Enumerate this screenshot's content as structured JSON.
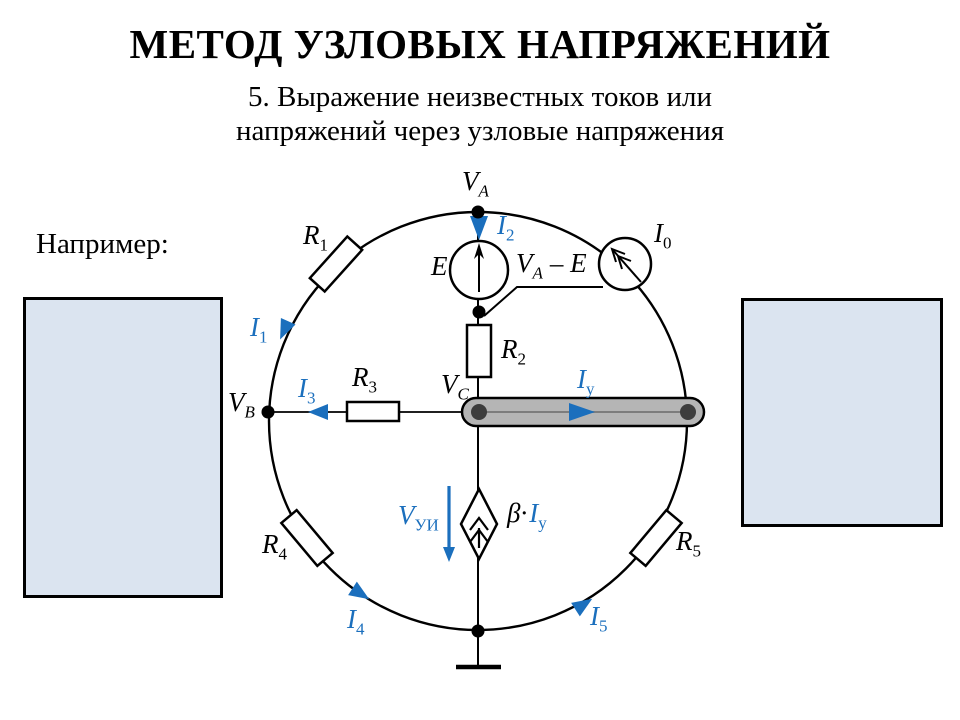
{
  "slide": {
    "title": "МЕТОД УЗЛОВЫХ НАПРЯЖЕНИЙ",
    "subtitle_line1": "5. Выражение неизвестных токов или",
    "subtitle_line2": "напряжений через узловые напряжения",
    "example_label": "Например:"
  },
  "colors": {
    "accent_blue": "#1b6fbd",
    "placeholder_box_fill": "#dbe4f0",
    "highlight_bar_fill": "#b5b5b5",
    "bar_node_fill": "#3d3d3d"
  },
  "labels": {
    "va": {
      "base": "V",
      "sub": "A"
    },
    "vb": {
      "base": "V",
      "sub": "B"
    },
    "vc": {
      "base": "V",
      "sub": "C"
    },
    "vui": {
      "base": "V",
      "sub": "УИ"
    },
    "e": {
      "base": "E"
    },
    "va_minus_e": {
      "base": "V",
      "sub": "A",
      "rest": "– E"
    },
    "i0": {
      "base": "I",
      "sub": "0"
    },
    "i1": {
      "base": "I",
      "sub": "1"
    },
    "i2": {
      "base": "I",
      "sub": "2"
    },
    "i3": {
      "base": "I",
      "sub": "3"
    },
    "i4": {
      "base": "I",
      "sub": "4"
    },
    "i5": {
      "base": "I",
      "sub": "5"
    },
    "iy": {
      "base": "I",
      "sub": "у"
    },
    "beta_iy": {
      "beta": "β·",
      "base": "I",
      "sub": "у"
    },
    "r1": {
      "base": "R",
      "sub": "1"
    },
    "r2": {
      "base": "R",
      "sub": "2"
    },
    "r3": {
      "base": "R",
      "sub": "3"
    },
    "r4": {
      "base": "R",
      "sub": "4"
    },
    "r5": {
      "base": "R",
      "sub": "5"
    }
  }
}
